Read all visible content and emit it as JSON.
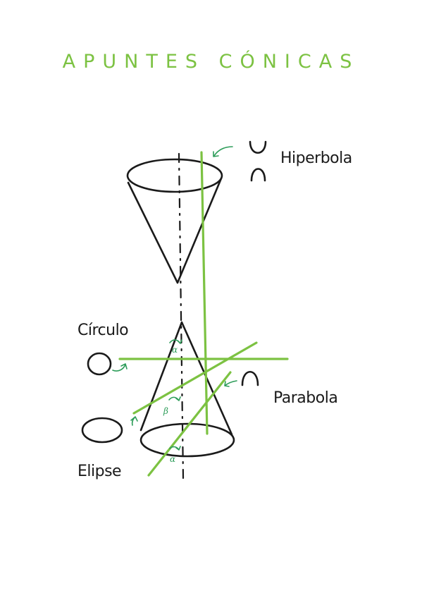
{
  "title": "APUNTES CÓNICAS",
  "labels": {
    "hiperbola": "Hiperbola",
    "circulo": "Círculo",
    "parabola": "Parabola",
    "elipse": "Elipse"
  },
  "angles": {
    "alpha_top": "α",
    "beta": "β",
    "alpha_bottom": "α"
  },
  "colors": {
    "accent": "#7cc242",
    "angle_marks": "#2e9d5a",
    "ink": "#1a1a1a"
  }
}
